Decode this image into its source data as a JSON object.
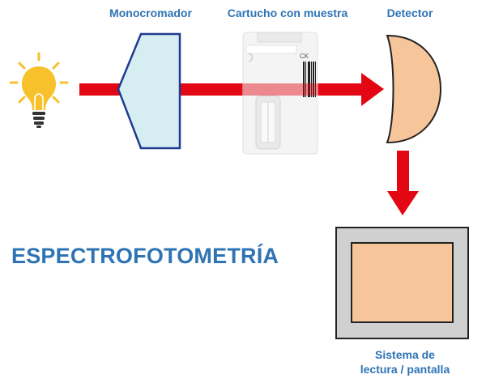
{
  "title": "ESPECTROFOTOMETRÍA",
  "components": {
    "monochromator": "Monocromador",
    "cartridge": "Cartucho con muestra",
    "detector": "Detector",
    "readout_line1": "Sistema de",
    "readout_line2": "lectura / pantalla"
  },
  "cartridge_labels": {
    "code": "CK"
  },
  "colors": {
    "label_blue": "#2e74b5",
    "beam_red": "#e30613",
    "prism_fill": "#d6eef2",
    "prism_stroke": "#1f3a93",
    "detector_fill": "#f7c59a",
    "bulb_yellow": "#f6c12a",
    "screen_frame": "#d0d0d0"
  },
  "icons": [
    "light-bulb-icon",
    "arrow-right-icon",
    "arrow-down-icon"
  ]
}
